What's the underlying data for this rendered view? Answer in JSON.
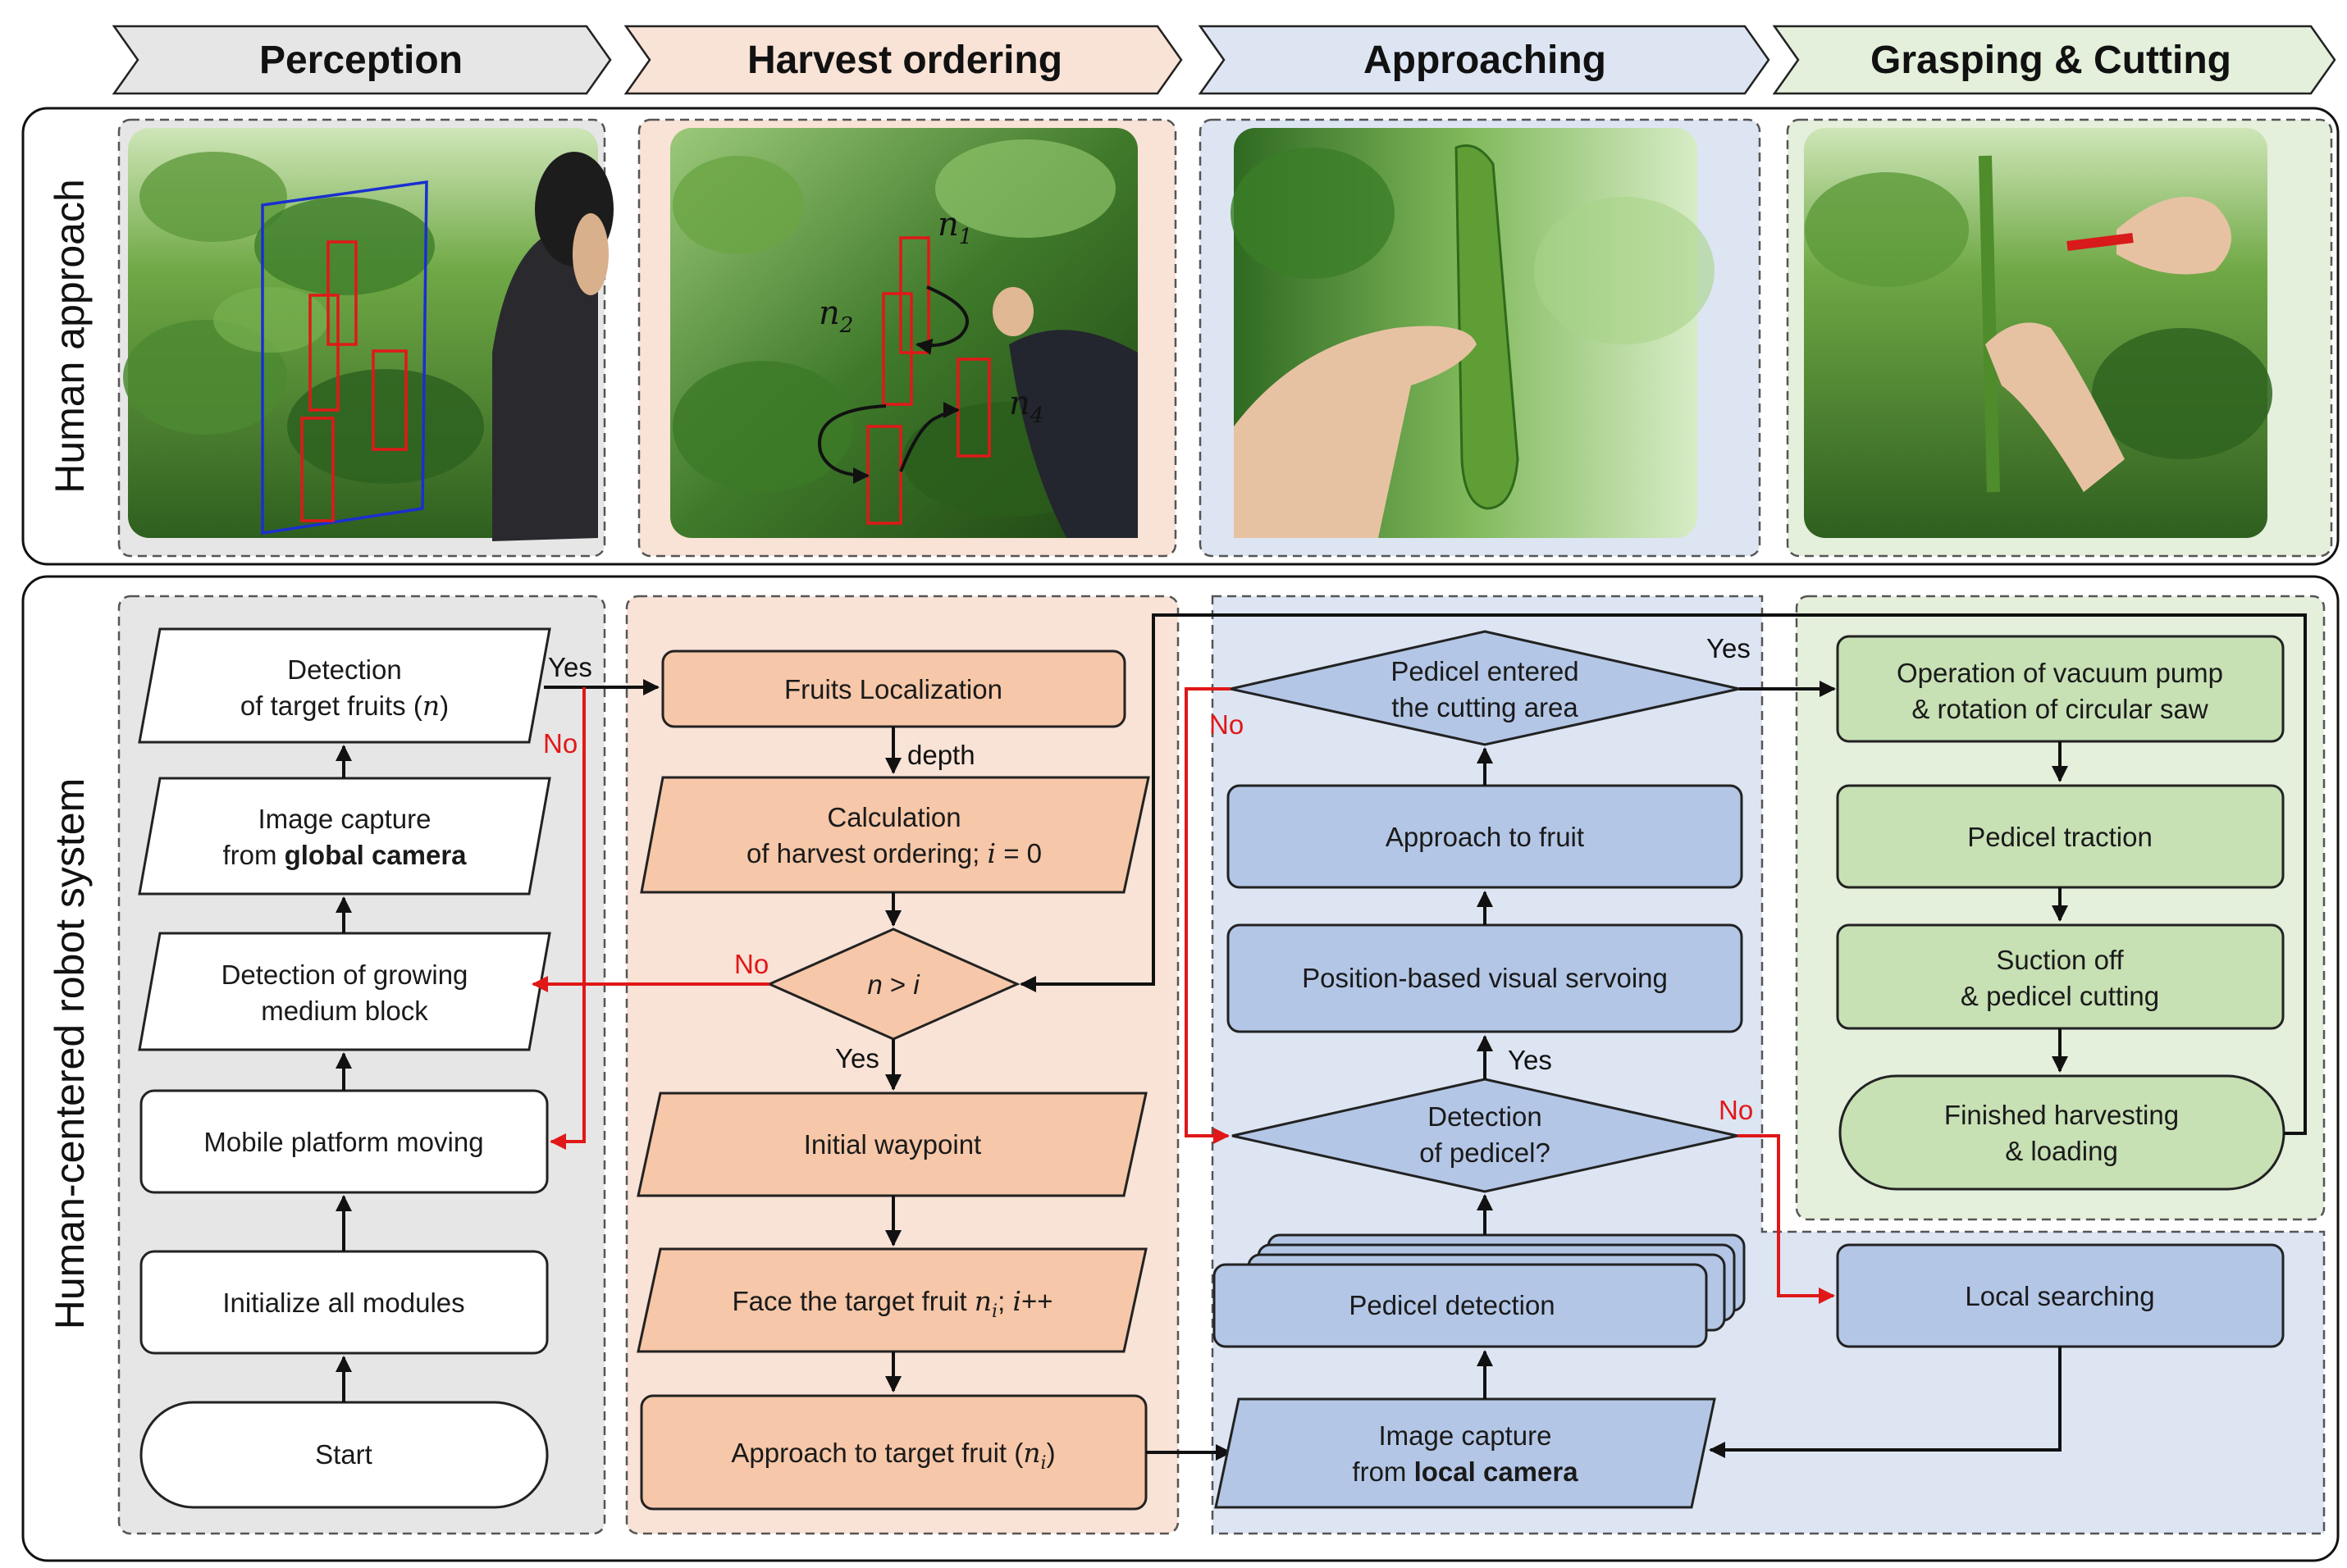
{
  "stages": [
    {
      "label": "Perception",
      "color": "#e6e6e6"
    },
    {
      "label": "Harvest ordering",
      "color": "#f9e2d6"
    },
    {
      "label": "Approaching",
      "color": "#dde5f3"
    },
    {
      "label": "Grasping & Cutting",
      "color": "#e4efdc"
    }
  ],
  "row_labels": {
    "human": "Human approach",
    "robot": "Human-centered robot system"
  },
  "photo_labels": {
    "n1": "n",
    "n1_sub": "1",
    "n2": "n",
    "n2_sub": "2",
    "n4": "n",
    "n4_sub": "4"
  },
  "colors": {
    "perception_fill": "#ffffff",
    "harvest_fill": "#f6c7a8",
    "approach_fill": "#b3c6e6",
    "grasp_fill": "#c7e0b4",
    "no_arrow": "#e01818",
    "photo_box_red": "#e01818",
    "photo_box_blue": "#1a2fd0"
  },
  "flow": {
    "perception": {
      "start": "Start",
      "init": "Initialize all modules",
      "mobile": "Mobile platform moving",
      "block_1": "Detection of growing",
      "block_2": "medium block",
      "capture_1": "Image capture",
      "capture_2a": "from ",
      "capture_2b": "global camera",
      "detect_1": "Detection",
      "detect_2a": "of target fruits (",
      "detect_2b": "n",
      "detect_2c": ")"
    },
    "harvest": {
      "localization": "Fruits Localization",
      "calc_1": "Calculation",
      "calc_2a": "of harvest ordering; ",
      "calc_2b": "i",
      "calc_2c": " = 0",
      "cond_a": "n",
      "cond_b": " > ",
      "cond_c": "i",
      "waypoint": "Initial waypoint",
      "face_a": "Face the target fruit ",
      "face_b": "n",
      "face_sub": "i",
      "face_c": "; ",
      "face_d": "i",
      "face_e": "++",
      "approach_a": "Approach to target fruit (",
      "approach_b": "n",
      "approach_sub": "i",
      "approach_c": ")"
    },
    "approaching": {
      "capture_1": "Image capture",
      "capture_2a": "from ",
      "capture_2b": "local camera",
      "pedicel_detection": "Pedicel detection",
      "detect_pedicel_1": "Detection",
      "detect_pedicel_2": "of pedicel?",
      "servo": "Position-based visual servoing",
      "approach_fruit": "Approach to fruit",
      "entered_1": "Pedicel entered",
      "entered_2": "the cutting area"
    },
    "grasping": {
      "vacuum_1": "Operation of vacuum pump",
      "vacuum_2": "& rotation of circular saw",
      "traction": "Pedicel traction",
      "suction_1": "Suction off",
      "suction_2": "& pedicel cutting",
      "finished_1": "Finished harvesting",
      "finished_2": "& loading",
      "local_search": "Local searching"
    }
  },
  "edge_labels": {
    "yes_detect": "Yes",
    "no_detect": "No",
    "depth": "depth",
    "no_cond": "No",
    "yes_cond": "Yes",
    "yes_pedicel": "Yes",
    "no_pedicel": "No",
    "yes_entered": "Yes",
    "no_entered": "No"
  }
}
